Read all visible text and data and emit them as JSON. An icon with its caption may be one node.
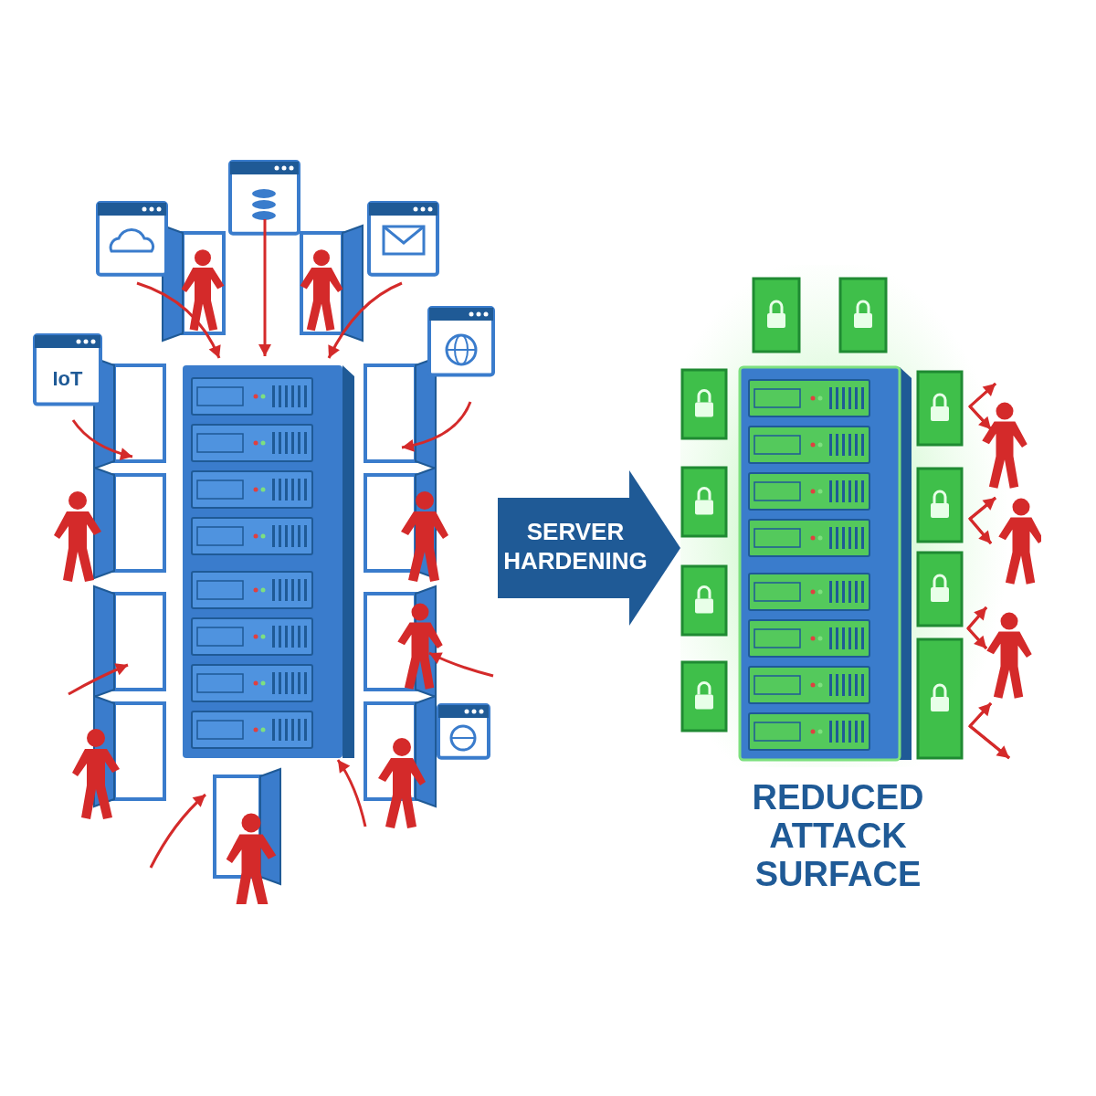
{
  "diagram": {
    "nodes": [
      {
        "text": [],
        "shape": "picture"
      },
      {
        "text": [],
        "shape": "picture",
        "beside": [
          "REDUCED ATTACK SURFACE"
        ]
      }
    ],
    "edges": [
      {
        "from": 0,
        "to": 1,
        "arrow": "to",
        "label": "SERVER HARDENING"
      }
    ],
    "labels": [
      "IoT"
    ]
  }
}
